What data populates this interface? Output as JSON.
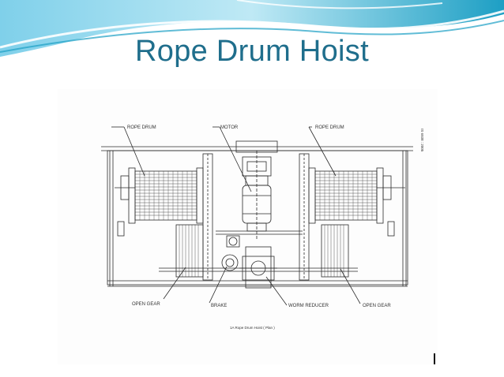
{
  "slide": {
    "title": "Rope Drum Hoist"
  },
  "figure": {
    "labels": {
      "rope_drum_left": "ROPE DRUM",
      "motor": "MOTOR",
      "rope_drum_right": "ROPE DRUM",
      "open_gear_left": "OPEN GEAR",
      "brake": "BRAKE",
      "worm_reducer": "WORM REDUCER",
      "open_gear_right": "OPEN GEAR"
    },
    "caption": "1A  Rope Drum Hoist ( Plan )",
    "side_text": "IS 6938 : 2005"
  },
  "colors": {
    "title": "#1f6e8c",
    "wave_dark": "#1d9fc4",
    "wave_light": "#8fd8ec",
    "line": "#2b2b2b"
  }
}
